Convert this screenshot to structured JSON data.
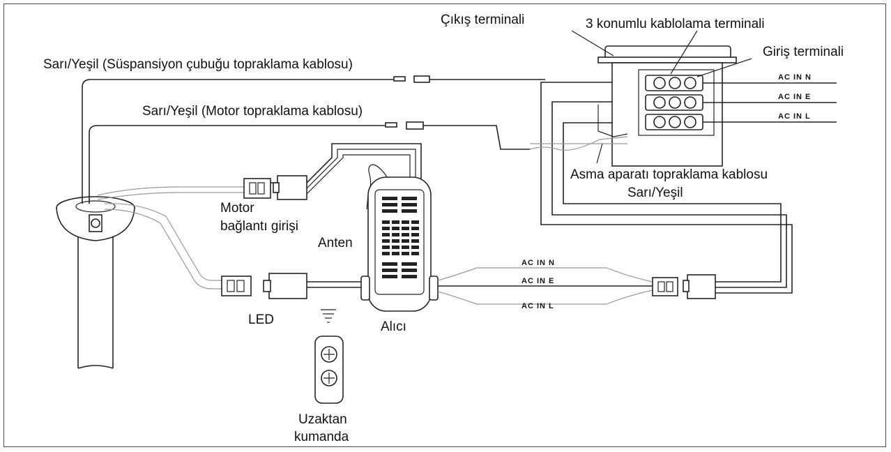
{
  "labels": {
    "susp_ground": "Sarı/Yeşil (Süspansiyon çubuğu topraklama kablosu)",
    "motor_ground": "Sarı/Yeşil (Motor topraklama kablosu)",
    "output_terminal": "Çıkış terminali",
    "three_pos_terminal": "3 konumlu kablolama terminali",
    "input_terminal": "Giriş terminali",
    "hanger_ground_line1": "Asma aparatı topraklama kablosu",
    "hanger_ground_line2": "Sarı/Yeşil",
    "motor_input_line1": "Motor",
    "motor_input_line2": "bağlantı girişi",
    "antenna": "Anten",
    "led": "LED",
    "receiver": "Alıcı",
    "remote_line1": "Uzaktan",
    "remote_line2": "kumanda"
  },
  "ac_labels": {
    "box_n": "AC IN  N",
    "box_e": "AC IN  E",
    "box_l": "AC IN  L",
    "harness_n": "AC IN  N",
    "harness_e": "AC IN  E",
    "harness_l": "AC IN  L"
  }
}
